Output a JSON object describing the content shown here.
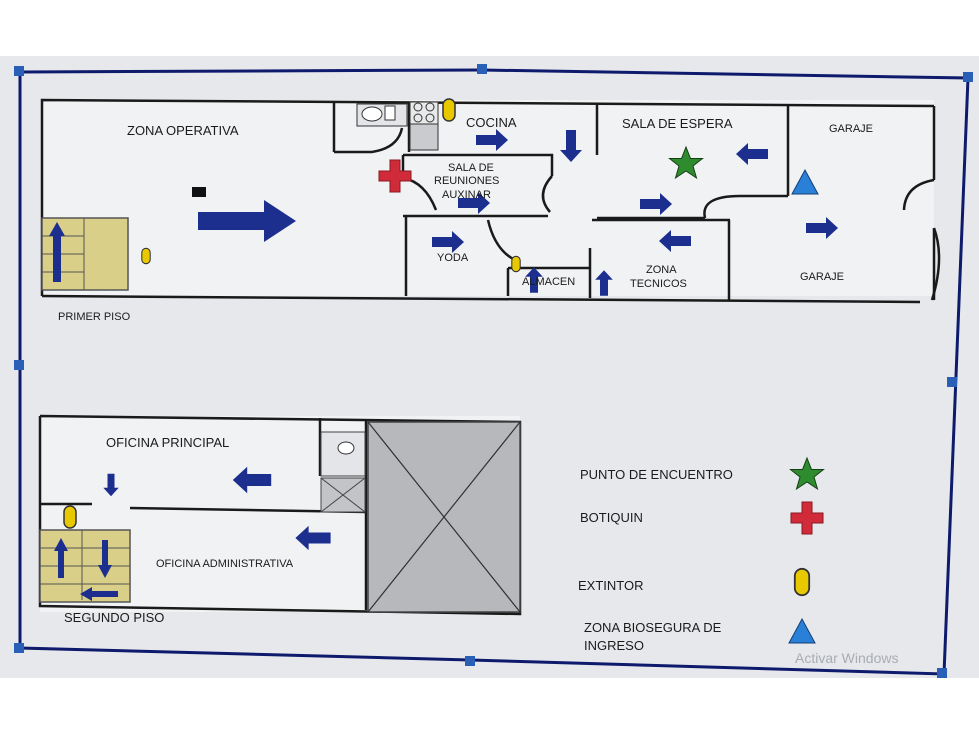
{
  "floors": {
    "first": {
      "label": "PRIMER PISO",
      "rooms": {
        "operativa": "ZONA OPERATIVA",
        "cocina": "COCINA",
        "sala_espera": "SALA DE ESPERA",
        "garaje_top": "GARAJE",
        "reuniones_1": "SALA DE",
        "reuniones_2": "REUNIONES",
        "reuniones_3": "AUXINAR",
        "yoda": "YODA",
        "almacen": "ALMACEN",
        "tecnicos_1": "ZONA",
        "tecnicos_2": "TECNICOS",
        "garaje_bottom": "GARAJE"
      }
    },
    "second": {
      "label": "SEGUNDO PISO",
      "rooms": {
        "principal": "OFICINA PRINCIPAL",
        "administrativa": "OFICINA ADMINISTRATIVA"
      }
    }
  },
  "legend": {
    "meeting_point": "PUNTO DE ENCUENTRO",
    "first_aid": "BOTIQUIN",
    "extinguisher": "EXTINTOR",
    "biosafe_1": "ZONA BIOSEGURA DE",
    "biosafe_2": "INGRESO"
  },
  "watermark": "Activar Windows",
  "colors": {
    "arrow": "#1c2f8f",
    "star": "#2e8b2e",
    "cross": "#d12b3a",
    "extinguisher": "#e8c900",
    "triangle": "#2a7fd6",
    "stairs": "#d9cf88",
    "wall": "#1a1a1a",
    "border": "#0e1a6b"
  }
}
